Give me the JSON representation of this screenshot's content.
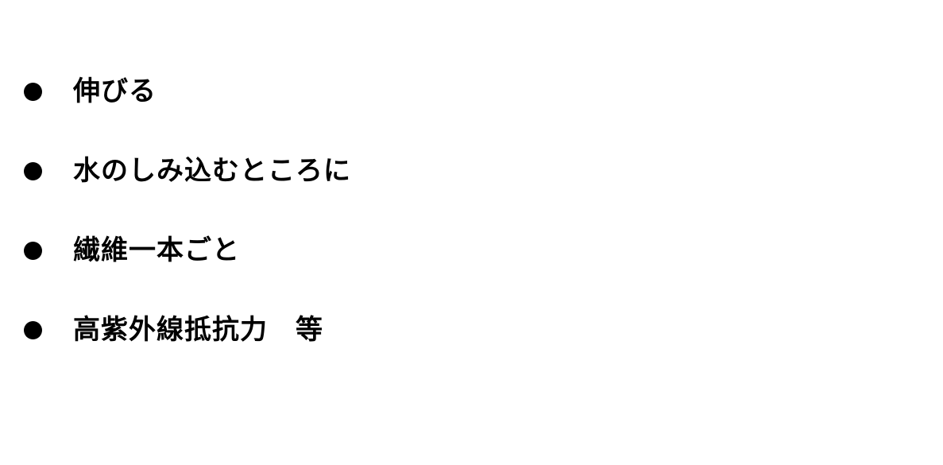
{
  "list": {
    "items": [
      {
        "text": "伸びる"
      },
      {
        "text": "水のしみ込むところに"
      },
      {
        "text": "繊維一本ごと"
      },
      {
        "text": "高紫外線抵抗力　等"
      }
    ]
  },
  "colors": {
    "background": "#ffffff",
    "text": "#000000",
    "bullet": "#000000"
  }
}
